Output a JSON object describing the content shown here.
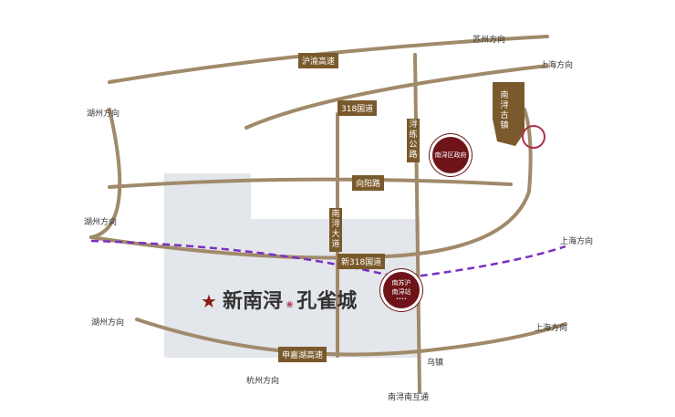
{
  "labels": {
    "suzhou": "苏州方向",
    "shanghai1": "上海方向",
    "huzhou1": "湖州方向",
    "huzhou2": "湖州方向",
    "shanghai2": "上海方向",
    "huzhou3": "湖州方向",
    "shanghai3": "上海方向",
    "wuzhen": "乌镇",
    "hangzhou": "杭州方向",
    "nanxunnan": "南浔南互通"
  },
  "roads": {
    "huyu": "沪渝高速",
    "g318": "318国道",
    "xunlian": "浔练公路",
    "xiangyang": "向阳路",
    "nanxun_avenue": "南浔大道",
    "new318": "新318国道",
    "shenjiahu": "申嘉湖高速"
  },
  "pois": {
    "old_town": "南浔古镇",
    "gov": "南浔区政府",
    "station": "南苏沪 南浔站",
    "station_sub": "••••"
  },
  "logo": {
    "name1": "新南浔",
    "name2": "孔雀城"
  },
  "colors": {
    "road": "#a08a6a",
    "tag": "#7a5a2c",
    "poi": "#6e1418",
    "rail": "#7b2fbf",
    "zone": "#e3e6ea"
  }
}
